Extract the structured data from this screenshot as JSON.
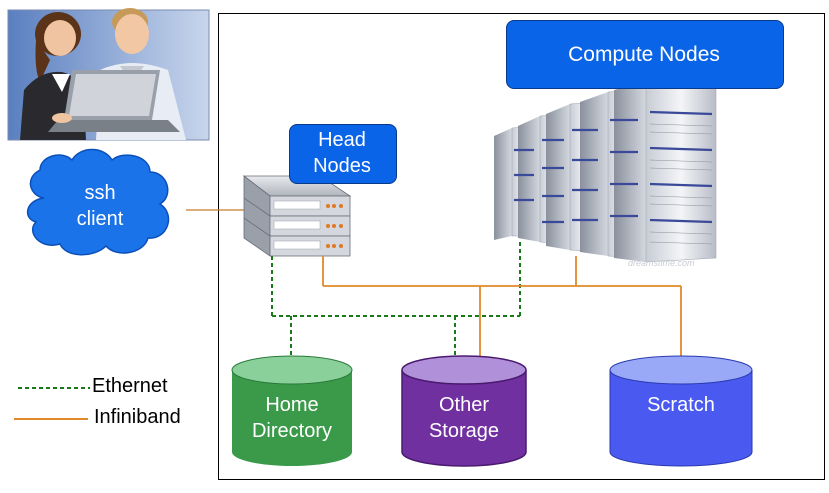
{
  "labels": {
    "ssh_client_line1": "ssh",
    "ssh_client_line2": "client",
    "head_nodes_line1": "Head",
    "head_nodes_line2": "Nodes",
    "compute_nodes": "Compute Nodes",
    "home_directory_line1": "Home",
    "home_directory_line2": "Directory",
    "other_storage_line1": "Other",
    "other_storage_line2": "Storage",
    "scratch": "Scratch"
  },
  "legend": {
    "ethernet": "Ethernet",
    "infiniband": "Infiniband"
  },
  "watermark": "dreamstime.com",
  "colors": {
    "ethernet": "#1a7a1a",
    "infiniband": "#e08a2a",
    "label_box": "#0a64e8",
    "cloud": "#1a73e8",
    "home_directory": "#3a9a4a",
    "other_storage": "#7030a0",
    "scratch": "#4a5af0"
  },
  "icons": [
    "users-photo",
    "cloud-icon",
    "server-rack-icon",
    "server-cluster-icon",
    "database-cylinder-icon"
  ]
}
